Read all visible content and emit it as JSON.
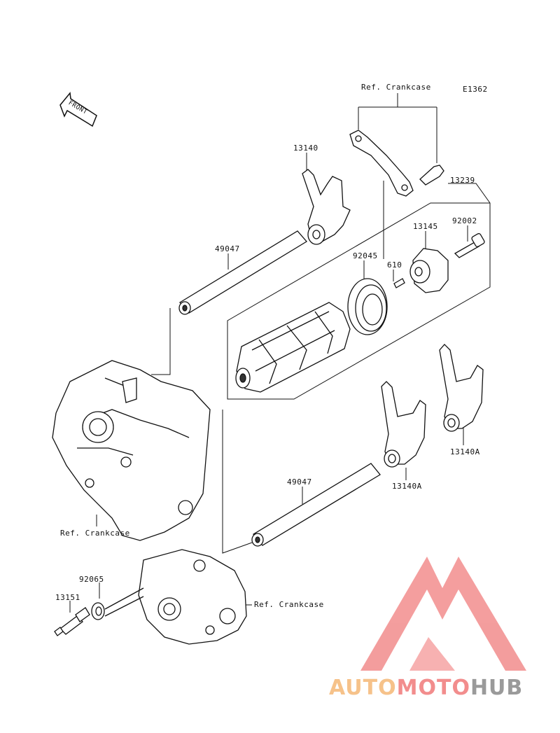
{
  "diagram": {
    "code": "E1362",
    "front_label": "FRONT",
    "parts": {
      "ref_crankcase_top": "Ref. Crankcase",
      "p13140": "13140",
      "p13239": "13239",
      "p13145": "13145",
      "p92002": "92002",
      "p49047_upper": "49047",
      "p92045": "92045",
      "p610": "610",
      "p13140A_right": "13140A",
      "p13140A_mid": "13140A",
      "p49047_lower": "49047",
      "ref_crankcase_left": "Ref. Crankcase",
      "p92065": "92065",
      "p13151": "13151",
      "ref_crankcase_bottom": "Ref. Crankcase"
    }
  },
  "watermark": {
    "auto": "AUTO",
    "moto": "MOTO",
    "hub": "HUB",
    "colors": {
      "auto": "#f6c28a",
      "moto": "#f28d8d",
      "hub": "#9a9a9a",
      "triangle": "#f28d8d"
    }
  }
}
